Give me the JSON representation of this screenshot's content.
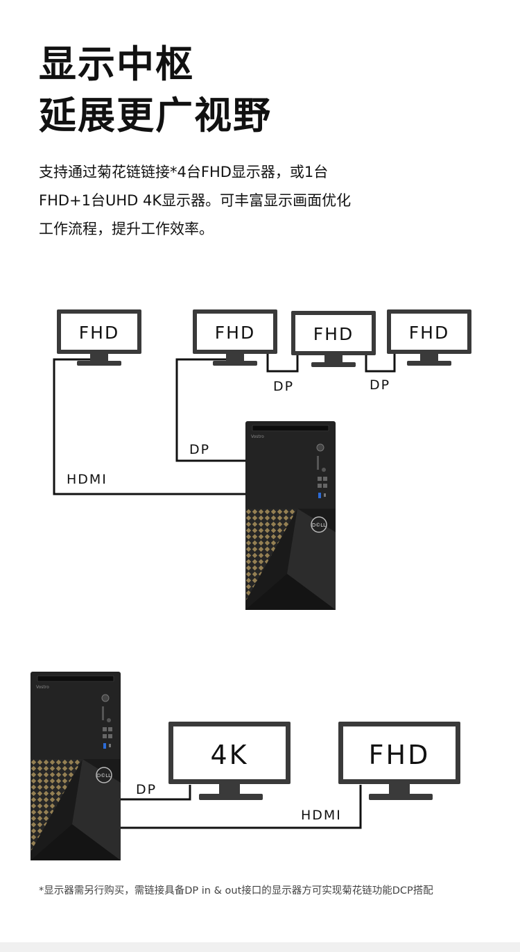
{
  "headline": {
    "line1": "显示中枢",
    "line2": "延展更广视野"
  },
  "description": {
    "line1": "支持通过菊花链链接*4台FHD显示器，或1台",
    "line2": "FHD+1台UHD 4K显示器。可丰富显示画面优化",
    "line3": "工作流程，提升工作效率。"
  },
  "diagram1": {
    "monitors": [
      "FHD",
      "FHD",
      "FHD",
      "FHD"
    ],
    "cables": {
      "hdmi": "HDMI",
      "dp_main": "DP",
      "dp_chain1": "DP",
      "dp_chain2": "DP"
    },
    "tower_brand": "Vostro",
    "tower_logo": "D©LL"
  },
  "diagram2": {
    "monitors": [
      "4K",
      "FHD"
    ],
    "cables": {
      "dp": "DP",
      "hdmi": "HDMI"
    },
    "tower_brand": "Vostro",
    "tower_logo": "D©LL"
  },
  "footnote": "*显示器需另行购买，需链接具备DP in & out接口的显示器方可实现菊花链功能DCP搭配",
  "colors": {
    "text": "#111111",
    "monitor_frame": "#3a3a3a",
    "tower_body": "#1e1e1e",
    "accent_gold": "#a8905a"
  }
}
